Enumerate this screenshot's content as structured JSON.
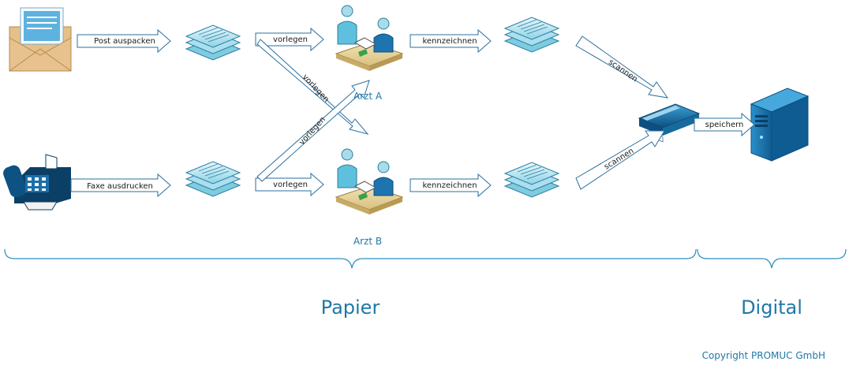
{
  "labels": {
    "post_auspacken": "Post auspacken",
    "faxe_ausdrucken": "Faxe ausdrucken",
    "vorlegen": "vorlegen",
    "kennzeichnen": "kennzeichnen",
    "scannen": "scannen",
    "speichern": "speichern"
  },
  "nodes": {
    "arzt_a": "Arzt A",
    "arzt_b": "Arzt B"
  },
  "sections": {
    "papier": "Papier",
    "digital": "Digital"
  },
  "copyright": "Copyright PROMUC GmbH",
  "colors": {
    "accent": "#1f78a8",
    "arrow_stroke": "#2a6f9e",
    "paper_cyan": "#9fdcec",
    "envelope": "#e8c28e"
  }
}
